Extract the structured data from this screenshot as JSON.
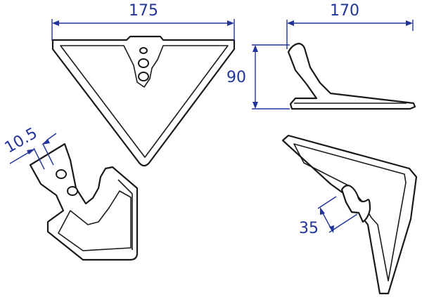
{
  "dimensions": {
    "width_front": "175",
    "width_side": "170",
    "height_side": "90",
    "hole_spacing": "10.5",
    "notch_width": "35"
  },
  "colors": {
    "dimension": "#22349a",
    "outline": "#1a1a1a",
    "background": "#ffffff"
  }
}
